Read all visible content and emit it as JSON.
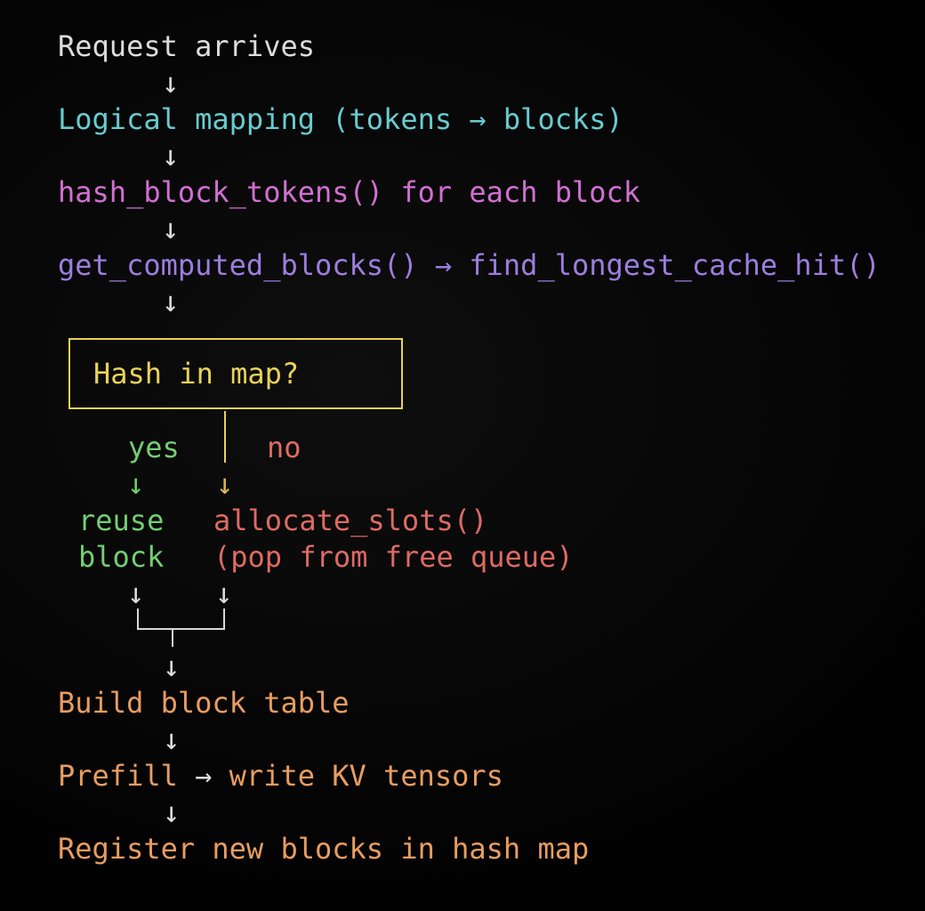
{
  "colors": {
    "background": "#060606",
    "text_white": "#dcdcdc",
    "text_cyan": "#68cccf",
    "text_magenta": "#d26fd2",
    "text_purple": "#9b7ede",
    "text_yellow": "#e8d35a",
    "text_green": "#73ce73",
    "text_red": "#df6a64",
    "text_orange": "#e99d60"
  },
  "glyphs": {
    "down_arrow": "↓",
    "right_arrow": "→"
  },
  "flow": {
    "step_request": "Request arrives",
    "step_logical": "Logical mapping (tokens → blocks)",
    "step_hash": "hash_block_tokens() for each block",
    "step_lookup": "get_computed_blocks() → find_longest_cache_hit()",
    "decision": "Hash in map?",
    "branch_yes": {
      "label": "yes",
      "line1": "reuse",
      "line2": "block"
    },
    "branch_no": {
      "label": "no",
      "line1": "allocate_slots()",
      "line2": "(pop from free queue)"
    },
    "step_build": "Build block table",
    "step_prefill": {
      "prefix": "Prefill",
      "arrow": "→",
      "suffix": "write KV tensors"
    },
    "step_register": "Register new blocks in hash map"
  }
}
